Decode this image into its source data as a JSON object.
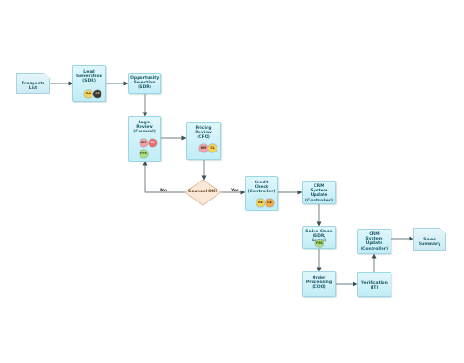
{
  "nodes": {
    "prospects_list": "Prospects List",
    "lead_generation": "Lead Generation (SDR)",
    "opportunity_selection": "Opportunity Selection (SDR)",
    "legal_review": "Legal Review (Counsel)",
    "pricing_review": "Pricing Review (CFO)",
    "decision": "Counsel OK?",
    "credit_check": "Credit Check (Controller)",
    "crm_update_1": "CRM System Update (Controller)",
    "sales_close": "Sales Close (SDR, Legal)",
    "order_processing": "Order Processing (COO)",
    "verification": "Verification (IT)",
    "crm_update_2": "CRM System Update (Controller)",
    "sales_summary": "Sales Summary"
  },
  "edges": {
    "no": "No",
    "yes": "Yes"
  },
  "badges": {
    "lead_a": "RA",
    "lead_b": "CE",
    "legal_a": "RM",
    "legal_b": "CL",
    "legal_c": "FFS",
    "pricing_a": "RM",
    "pricing_b": "CL",
    "credit_a": "RE",
    "credit_b": "CE",
    "close_a": "FSS"
  },
  "colors": {
    "box_fill": "#c2ecf6",
    "box_border": "#9cd6e4",
    "decision_fill": "#fbe7d6",
    "arrow": "#3a4f56"
  }
}
